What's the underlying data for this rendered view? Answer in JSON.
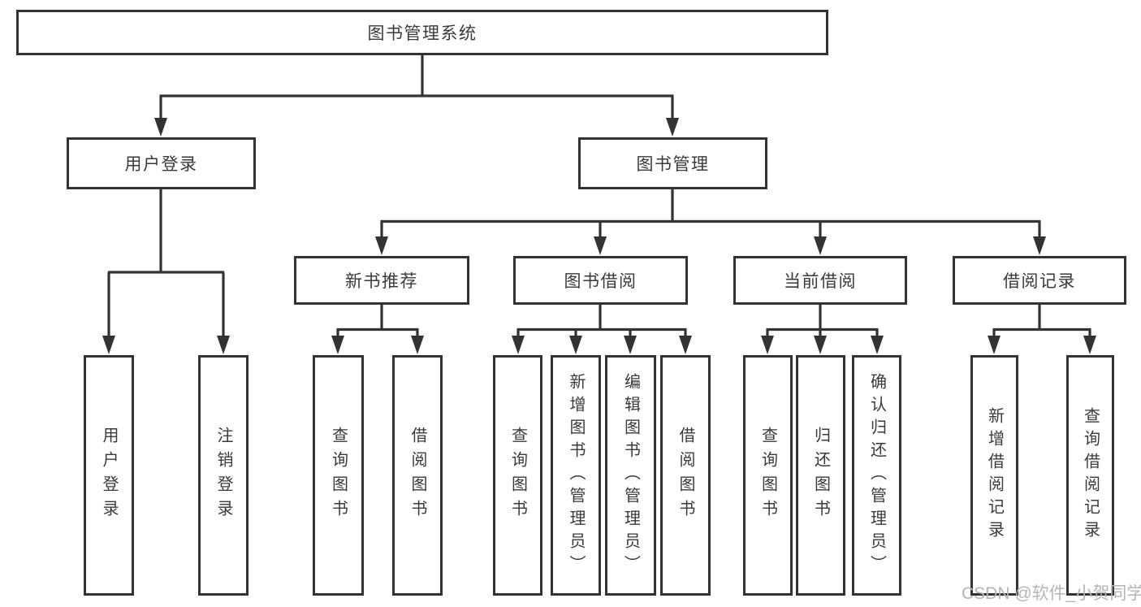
{
  "diagram": {
    "root": "图书管理系统",
    "level2": {
      "user_login": "用户登录",
      "book_mgmt": "图书管理"
    },
    "level3": {
      "new_book_rec": "新书推荐",
      "book_borrow": "图书借阅",
      "current_borrow": "当前借阅",
      "borrow_records": "借阅记录"
    },
    "leaves": {
      "user_login": [
        "用户登录",
        "注销登录"
      ],
      "new_book_rec": [
        "查询图书",
        "借阅图书"
      ],
      "book_borrow": [
        "查询图书",
        "新增图书（管理员）",
        "编辑图书（管理员）",
        "借阅图书"
      ],
      "current_borrow": [
        "查询图书",
        "归还图书",
        "确认归还（管理员）"
      ],
      "borrow_records": [
        "新增借阅记录",
        "查询借阅记录"
      ]
    }
  },
  "watermark": "CSDN @软件_小贺同学",
  "colors": {
    "line": "#333333",
    "text": "#3a3a3a",
    "background": "#ffffff",
    "watermark": "#b5b5b5"
  }
}
